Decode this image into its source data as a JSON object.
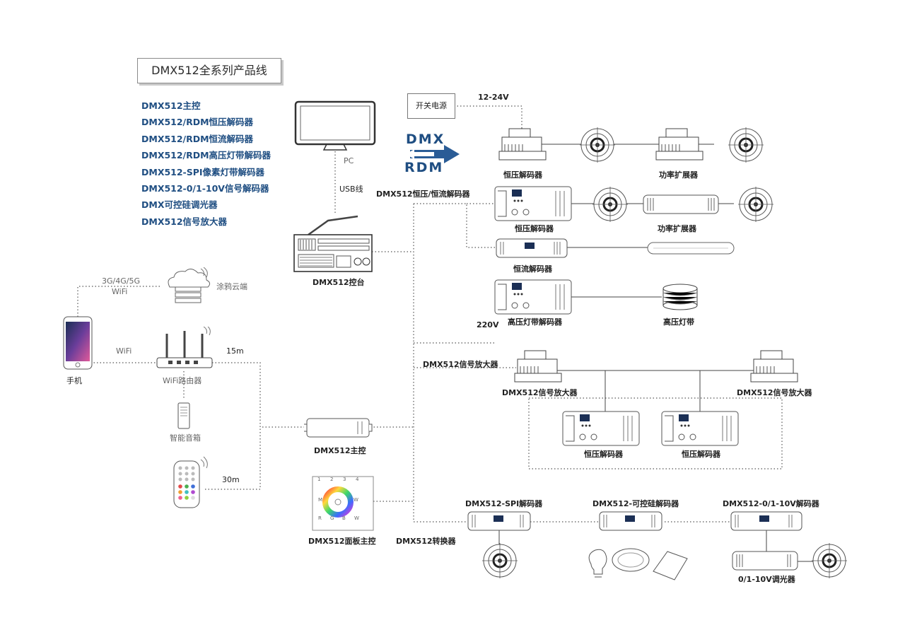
{
  "title": "DMX512全系列产品线",
  "series": [
    "DMX512主控",
    "DMX512/RDM恒压解码器",
    "DMX512/RDM恒流解码器",
    "DMX512/RDM高压灯带解码器",
    "DMX512-SPI像素灯带解码器",
    "DMX512-0/1-10V信号解码器",
    "DMX可控硅调光器",
    "DMX512信号放大器"
  ],
  "protocol": {
    "top": "DMX",
    "bottom": "RDM"
  },
  "labels": {
    "pc": "PC",
    "usb": "USB线",
    "console": "DMX512控台",
    "psu": "开关电源",
    "voltage_low": "12-24V",
    "voltage_high": "220V",
    "decoder_group": "DMX512恒压/恒流解码器",
    "cv_decoder_1": "恒压解码器",
    "power_repeater_1": "功率扩展器",
    "cv_decoder_2": "恒压解码器",
    "power_repeater_2": "功率扩展器",
    "cc_decoder": "恒流解码器",
    "hv_decoder": "高压灯带解码器",
    "hv_strip": "高压灯带",
    "amp_group": "DMX512信号放大器",
    "amp_1": "DMX512信号放大器",
    "amp_2": "DMX512信号放大器",
    "cv_decoder_3": "恒压解码器",
    "cv_decoder_4": "恒压解码器",
    "phone_network": "3G/4G/5G",
    "phone_wifi": "WiFi",
    "cloud": "涂鸦云端",
    "phone": "手机",
    "wifi_link": "WiFi",
    "router": "WiFi路由器",
    "range_15m": "15m",
    "speaker": "智能音箱",
    "range_30m": "30m",
    "master": "DMX512主控",
    "panel": "DMX512面板主控",
    "converter": "DMX512转换器",
    "spi_decoder": "DMX512-SPI解码器",
    "triac_decoder": "DMX512-可控硅解码器",
    "v010_decoder": "DMX512-0/1-10V解码器",
    "dimmer_010": "0/1-10V调光器"
  },
  "panel_keys": {
    "numbers": [
      "1",
      "2",
      "3",
      "4"
    ],
    "side_left": "M",
    "side_right": "W",
    "bottom": [
      "R",
      "G",
      "B",
      "W"
    ]
  },
  "colors": {
    "accent": "#1f4e82",
    "line": "#444444",
    "device_stroke": "#555555",
    "display": "#1b2f55"
  }
}
